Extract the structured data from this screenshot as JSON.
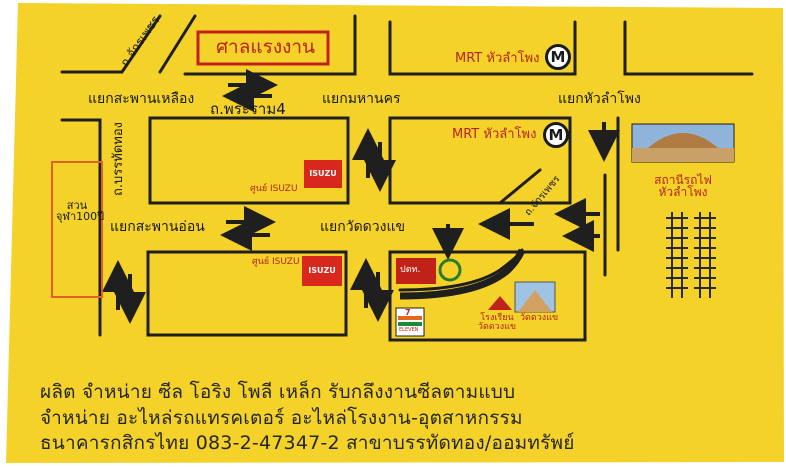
{
  "labels": {
    "labour_court": "ศาลแรงงาน",
    "mrt_top": "MRT หัวลำโพง",
    "mrt_mid": "MRT หัวลำโพง",
    "mrt_symbol": "M",
    "road_chak_phet_top": "ถ.จักรเพชร",
    "road_rama4": "ถ.พระราม4",
    "intersection_saphan_lueang": "แยกสะพานเหลือง",
    "intersection_mahanakhon": "แยกมหานคร",
    "intersection_hua_lamphong": "แยกหัวลำโพง",
    "road_banthat_thong": "ถ.บรรทัดทอง",
    "isuzu_center_top": "ศูนย์ ISUZU",
    "isuzu_center_bottom": "ศูนย์ ISUZU",
    "isuzu_badge": "ISUZU",
    "park_name": "สวนจุฬา100ปี",
    "intersection_saphan_on": "แยกสะพานอ่อน",
    "intersection_wat_duangkhae": "แยกวัดดวงแข",
    "road_chak_phet_mid": "ถ.จักรเพชร",
    "station_name": "สถานีรถไฟหัวลำโพง",
    "school_name": "โรงเรียนวัดดวงแข",
    "temple_name": "วัดดวงแข",
    "seven_eleven": "7",
    "seven_eleven_word": "ELEVEN",
    "ptt_station": "ปตท."
  },
  "footer": {
    "line1": "ผลิต จำหน่าย ซีล โอริง โพลี เหล็ก รับกลึงงานซีลตามแบบ",
    "line2": "จำหน่าย อะไหล่รถแทรคเตอร์ อะไหล่โรงงาน-อุตสาหกรรม",
    "line3": "ธนาคารกสิกรไทย 083-2-47347-2 สาขาบรรทัดทอง/ออมทรัพย์"
  },
  "colors": {
    "card": "#f4d22a",
    "road": "#1f1f1f",
    "sign_red": "#c0221a",
    "park_border": "#e0602a"
  }
}
